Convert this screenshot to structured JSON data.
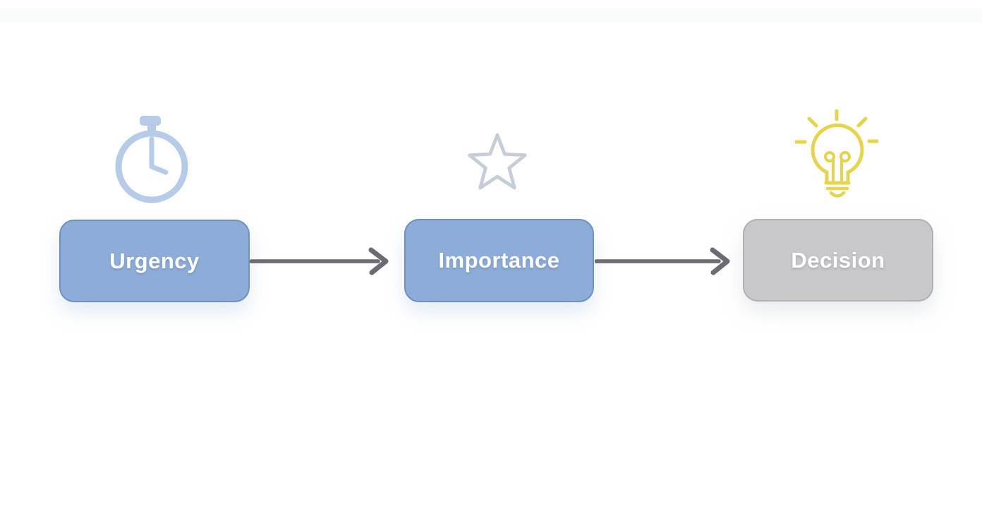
{
  "title": "Urgency to Importance to Decision flow diagram",
  "colors": {
    "background": "#ffffff",
    "node_blue": "#8dadd8",
    "node_blue_border": "#7090bd",
    "node_gray": "#c8c8cb",
    "node_gray_border": "#b0b0b5",
    "label_text": "#ffffff",
    "arrow": "#6e6a73",
    "icon_stopwatch": "#b5cbe8",
    "icon_star": "#c4cdd8",
    "icon_bulb": "#e5d44e"
  },
  "diagram": {
    "nodes": [
      {
        "label": "Urgency",
        "icon": "stopwatch-icon",
        "icon_glyph": "⏱",
        "variant": "blue"
      },
      {
        "label": "Importance",
        "icon": "star-icon",
        "icon_glyph": "☆",
        "variant": "blue"
      },
      {
        "label": "Decision",
        "icon": "lightbulb-icon",
        "icon_glyph": "💡",
        "variant": "gray"
      }
    ],
    "connectors": [
      {
        "from": "Urgency",
        "to": "Importance",
        "type": "arrow-right"
      },
      {
        "from": "Importance",
        "to": "Decision",
        "type": "arrow-right"
      }
    ]
  }
}
